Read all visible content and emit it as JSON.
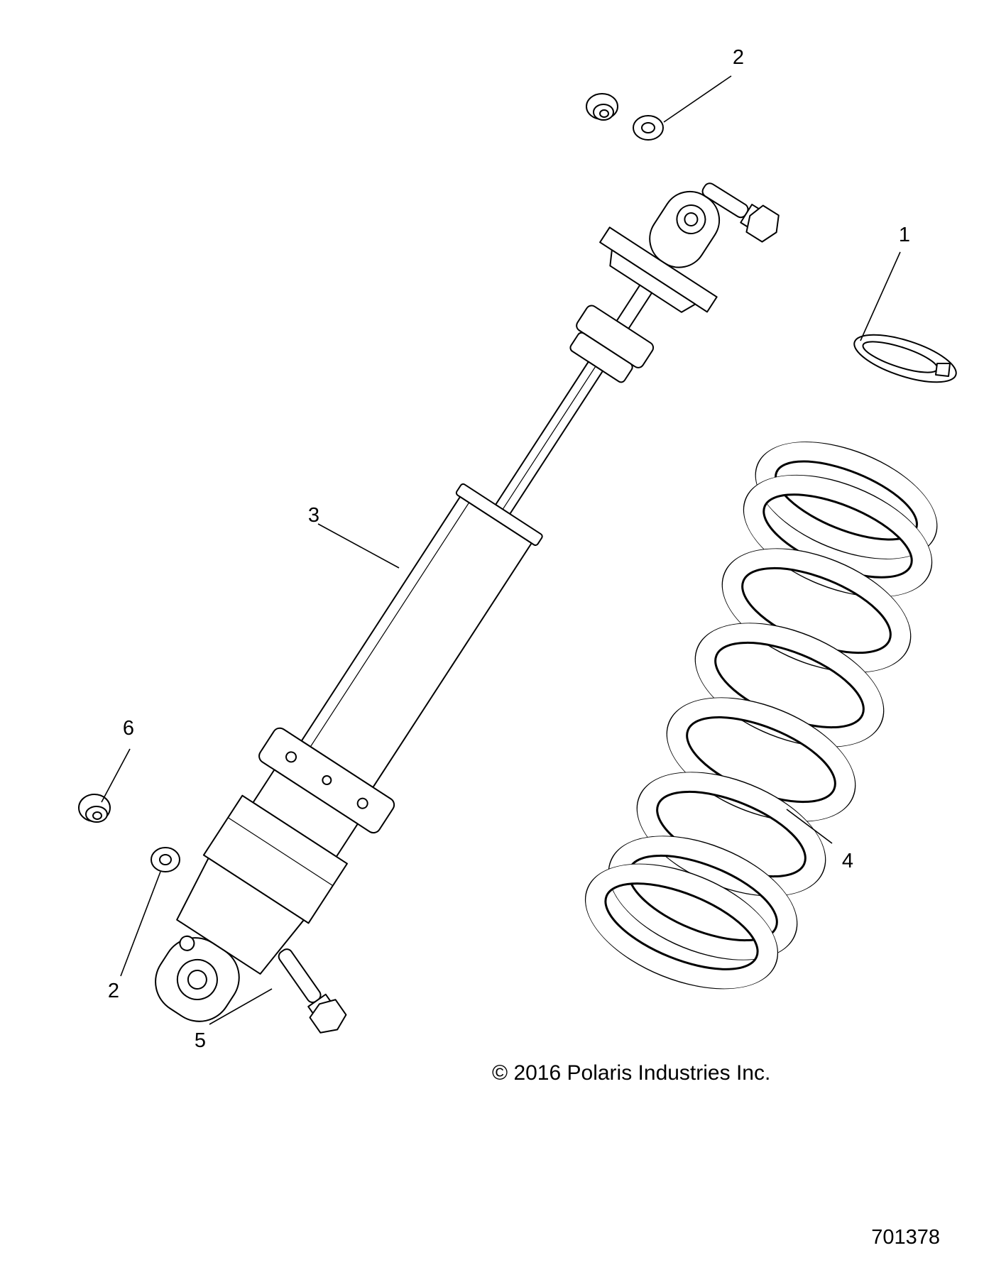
{
  "callouts": [
    {
      "id": "1",
      "text": "1"
    },
    {
      "id": "2-top",
      "text": "2"
    },
    {
      "id": "3",
      "text": "3"
    },
    {
      "id": "4",
      "text": "4"
    },
    {
      "id": "6",
      "text": "6"
    },
    {
      "id": "2-bottom",
      "text": "2"
    },
    {
      "id": "5",
      "text": "5"
    }
  ],
  "copyright": "© 2016 Polaris Industries Inc.",
  "figure_number": "701378"
}
